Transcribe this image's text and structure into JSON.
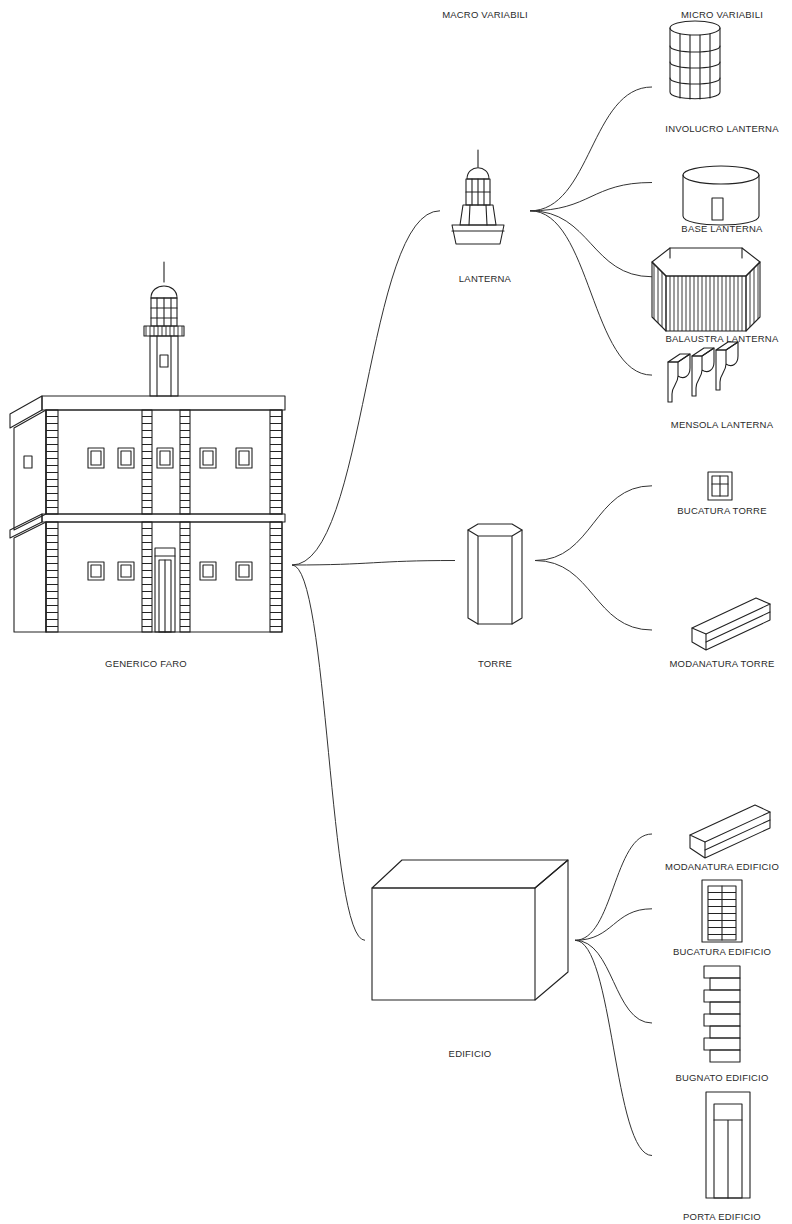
{
  "diagram": {
    "nodes": [
      {
        "text": [
          "GENERICO FARO"
        ]
      },
      {
        "text": [
          "LANTERNA"
        ]
      },
      {
        "text": [
          "TORRE"
        ]
      },
      {
        "text": [
          "EDIFICIO"
        ]
      },
      {
        "text": [
          "INVOLUCRO LANTERNA"
        ]
      },
      {
        "text": [
          "BASE LANTERNA"
        ]
      },
      {
        "text": [
          "BALAUSTRA LANTERNA"
        ]
      },
      {
        "text": [
          "MENSOLA LANTERNA"
        ]
      },
      {
        "text": [
          "BUCATURA TORRE"
        ]
      },
      {
        "text": [
          "MODANATURA TORRE"
        ]
      },
      {
        "text": [
          "MODANATURA EDIFICIO"
        ]
      },
      {
        "text": [
          "BUCATURA EDIFICIO"
        ]
      },
      {
        "text": [
          "BUGNATO EDIFICIO"
        ]
      },
      {
        "text": [
          "PORTA EDIFICIO"
        ]
      }
    ],
    "edges": [
      {
        "from": 0,
        "to": 1,
        "arrow": "none"
      },
      {
        "from": 0,
        "to": 2,
        "arrow": "none"
      },
      {
        "from": 0,
        "to": 3,
        "arrow": "none"
      },
      {
        "from": 1,
        "to": 4,
        "arrow": "none"
      },
      {
        "from": 1,
        "to": 5,
        "arrow": "none"
      },
      {
        "from": 1,
        "to": 6,
        "arrow": "none"
      },
      {
        "from": 1,
        "to": 7,
        "arrow": "none"
      },
      {
        "from": 2,
        "to": 8,
        "arrow": "none"
      },
      {
        "from": 2,
        "to": 9,
        "arrow": "none"
      },
      {
        "from": 3,
        "to": 10,
        "arrow": "none"
      },
      {
        "from": 3,
        "to": 11,
        "arrow": "none"
      },
      {
        "from": 3,
        "to": 12,
        "arrow": "none"
      },
      {
        "from": 3,
        "to": 13,
        "arrow": "none"
      }
    ],
    "labels": [
      "MACRO VARIABILI",
      "MICRO VARIABILI"
    ]
  }
}
